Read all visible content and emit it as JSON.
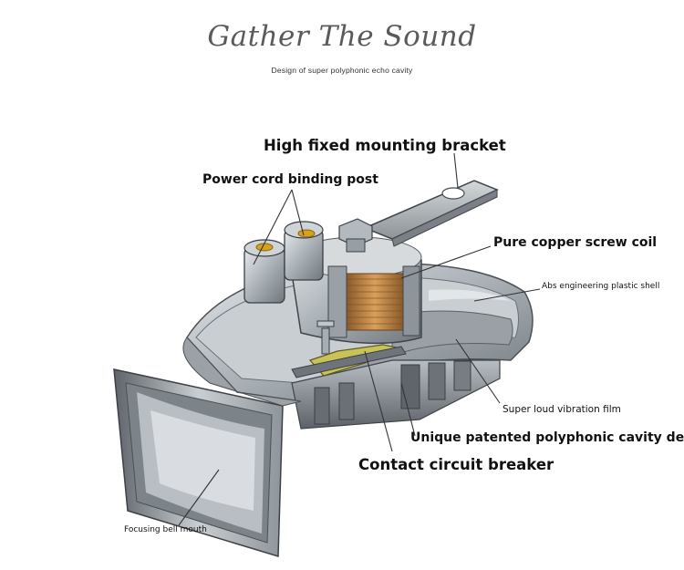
{
  "header": {
    "title": "Gather The Sound",
    "subtitle": "Design of super polyphonic echo cavity"
  },
  "labels": {
    "mounting_bracket": "High fixed mounting bracket",
    "binding_post": "Power cord binding post",
    "screw_coil": "Pure copper screw coil",
    "plastic_shell": "Abs engineering plastic shell",
    "vibration_film": "Super loud vibration film",
    "polyphonic_cavity": "Unique patented polyphonic cavity design",
    "circuit_breaker": "Contact circuit breaker",
    "bell_mouth": "Focusing bell mouth"
  }
}
